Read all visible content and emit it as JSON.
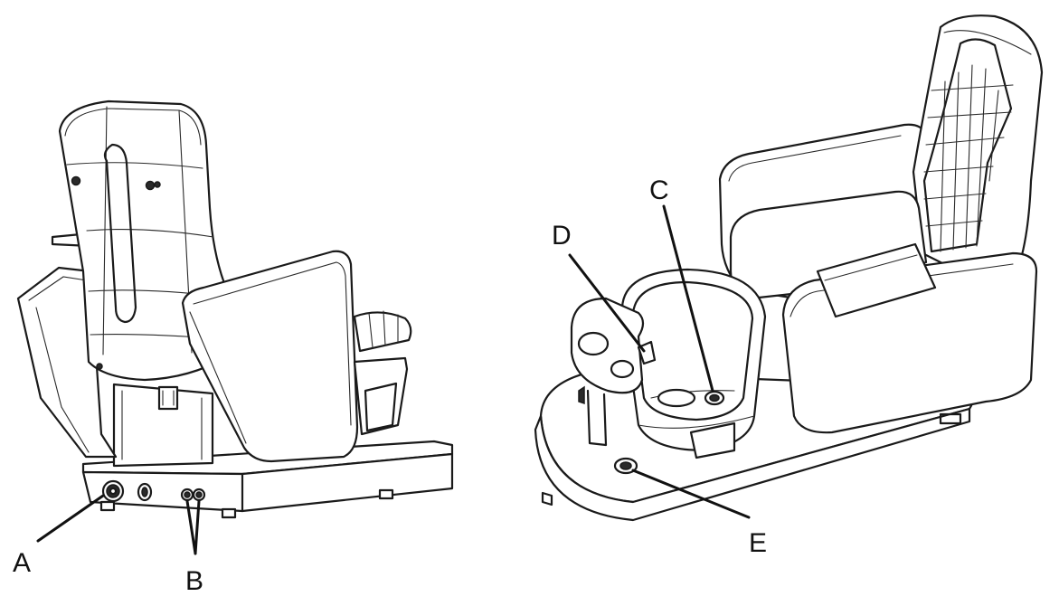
{
  "callouts": {
    "a": "A",
    "b": "B",
    "c": "C",
    "d": "D",
    "e": "E"
  },
  "colors": {
    "line": "#1a1a1a",
    "fill": "#ffffff"
  }
}
